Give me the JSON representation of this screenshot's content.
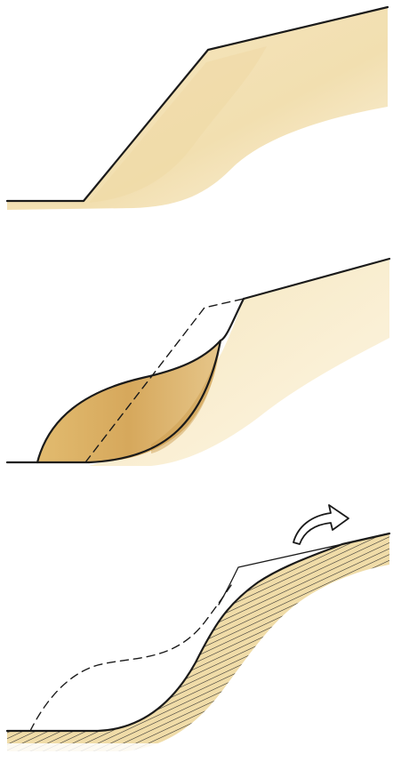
{
  "figure": {
    "panels": [
      {
        "id": "stable-slope",
        "description_items": []
      },
      {
        "id": "rotational-slide",
        "description_items": []
      },
      {
        "id": "flow-failure",
        "description_items": []
      }
    ]
  },
  "colors": {
    "soil_light": "#f5e6bf",
    "soil_mid": "#ead49a",
    "slide_mass": "#dcb265",
    "slide_mass_dark": "#c99a4a",
    "line": "#1a1a1a",
    "background": "#ffffff"
  },
  "icons": [
    "movement-arrow-icon"
  ]
}
